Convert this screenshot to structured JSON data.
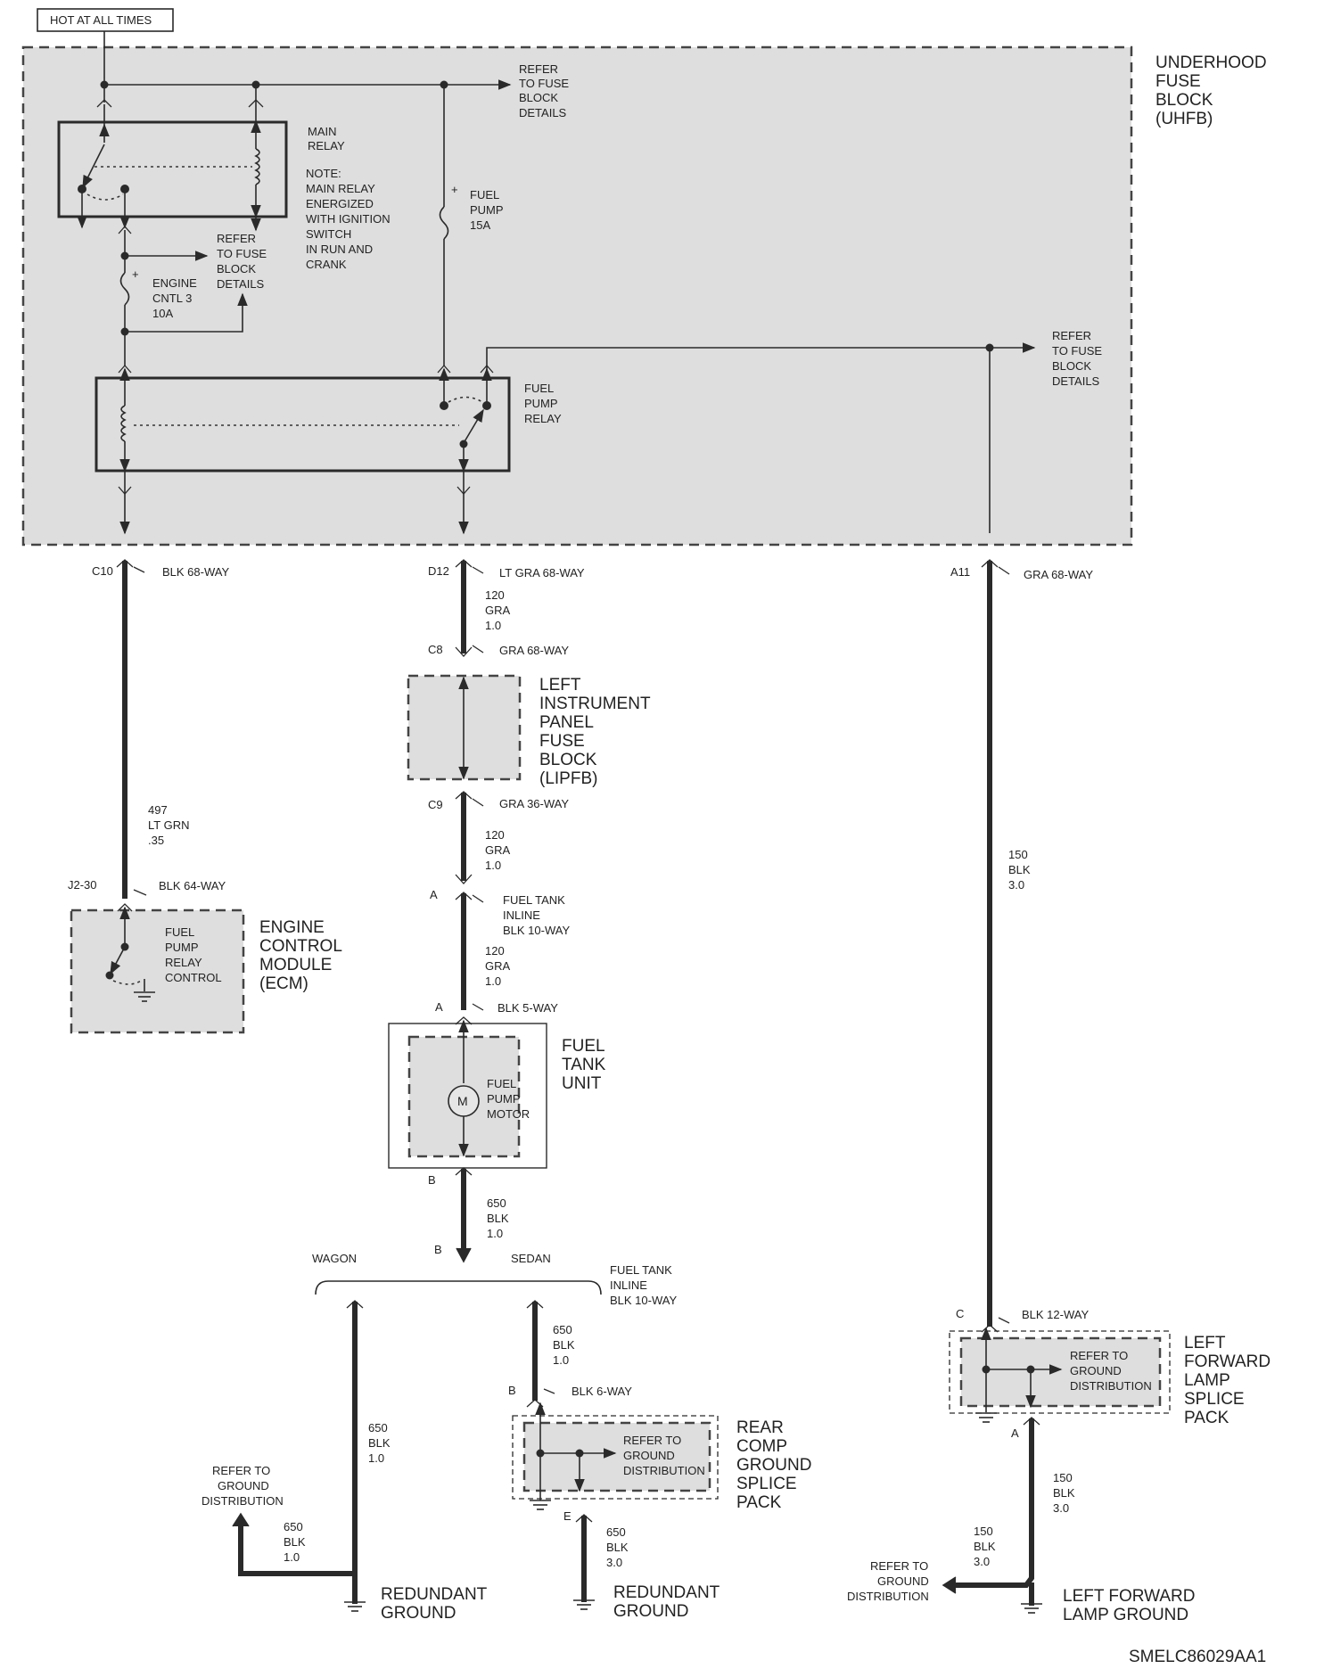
{
  "header": {
    "hot_label": "HOT AT ALL TIMES"
  },
  "uhfb": {
    "title": [
      "UNDERHOOD",
      "FUSE",
      "BLOCK",
      "(UHFB)"
    ],
    "refer_top": [
      "REFER",
      "TO FUSE",
      "BLOCK",
      "DETAILS"
    ],
    "main_relay": [
      "MAIN",
      "RELAY"
    ],
    "note": [
      "NOTE:",
      "MAIN RELAY",
      "ENERGIZED",
      "WITH IGNITION",
      "SWITCH",
      "IN RUN AND",
      "CRANK"
    ],
    "fuel_pump_fuse": [
      "FUEL",
      "PUMP",
      "15A"
    ],
    "refer_mid": [
      "REFER",
      "TO FUSE",
      "BLOCK",
      "DETAILS"
    ],
    "engine_fuse": [
      "ENGINE",
      "CNTL 3",
      "10A"
    ],
    "refer_right": [
      "REFER",
      "TO FUSE",
      "BLOCK",
      "DETAILS"
    ],
    "fuel_pump_relay": [
      "FUEL",
      "PUMP",
      "RELAY"
    ]
  },
  "left_circuit": {
    "conn_top_pin": "C10",
    "conn_top": "BLK 68-WAY",
    "wire": [
      "497",
      "LT GRN",
      ".35"
    ],
    "conn_bottom_pin": "J2-30",
    "conn_bottom": "BLK 64-WAY",
    "ecm_inner": [
      "FUEL",
      "PUMP",
      "RELAY",
      "CONTROL"
    ],
    "ecm_title": [
      "ENGINE",
      "CONTROL",
      "MODULE",
      "(ECM)"
    ]
  },
  "mid_circuit": {
    "d12_pin": "D12",
    "d12": "LT GRA 68-WAY",
    "wire1": [
      "120",
      "GRA",
      "1.0"
    ],
    "c8_pin": "C8",
    "c8": "GRA 68-WAY",
    "lipfb": [
      "LEFT",
      "INSTRUMENT",
      "PANEL",
      "FUSE",
      "BLOCK",
      "(LIPFB)"
    ],
    "c9_pin": "C9",
    "c9": "GRA 36-WAY",
    "wire2": [
      "120",
      "GRA",
      "1.0"
    ],
    "inline1_pin": "A",
    "inline1": [
      "FUEL TANK",
      "INLINE",
      "BLK 10-WAY"
    ],
    "wire3": [
      "120",
      "GRA",
      "1.0"
    ],
    "a5_pin": "A",
    "a5": "BLK 5-WAY",
    "tank_unit": [
      "FUEL",
      "TANK",
      "UNIT"
    ],
    "motor_symbol": "M",
    "motor_label": [
      "FUEL",
      "PUMP",
      "MOTOR"
    ],
    "b5_pin": "B",
    "wire4": [
      "650",
      "BLK",
      "1.0"
    ],
    "b_inline_pin": "B",
    "wagon": "WAGON",
    "sedan": "SEDAN",
    "inline2": [
      "FUEL TANK",
      "INLINE",
      "BLK 10-WAY"
    ],
    "wagon_wire": [
      "650",
      "BLK",
      "1.0"
    ],
    "wagon_refer": [
      "REFER TO",
      "GROUND",
      "DISTRIBUTION"
    ],
    "wagon_wire2": [
      "650",
      "BLK",
      "1.0"
    ],
    "wagon_ground": [
      "REDUNDANT",
      "GROUND"
    ],
    "sedan_wire": [
      "650",
      "BLK",
      "1.0"
    ],
    "b6_pin": "B",
    "b6": "BLK 6-WAY",
    "rear_inner": [
      "REFER TO",
      "GROUND",
      "DISTRIBUTION"
    ],
    "rear_title": [
      "REAR",
      "COMP",
      "GROUND",
      "SPLICE",
      "PACK"
    ],
    "e_pin": "E",
    "sedan_wire2": [
      "650",
      "BLK",
      "3.0"
    ],
    "sedan_ground": [
      "REDUNDANT",
      "GROUND"
    ]
  },
  "right_circuit": {
    "a11_pin": "A11",
    "a11": "GRA 68-WAY",
    "wire": [
      "150",
      "BLK",
      "3.0"
    ],
    "c12_pin": "C",
    "c12": "BLK 12-WAY",
    "splice_inner": [
      "REFER TO",
      "GROUND",
      "DISTRIBUTION"
    ],
    "splice_title": [
      "LEFT",
      "FORWARD",
      "LAMP",
      "SPLICE",
      "PACK"
    ],
    "a_pin": "A",
    "wire2": [
      "150",
      "BLK",
      "3.0"
    ],
    "wire3": [
      "150",
      "BLK",
      "3.0"
    ],
    "refer": [
      "REFER TO",
      "GROUND",
      "DISTRIBUTION"
    ],
    "ground": [
      "LEFT FORWARD",
      "LAMP GROUND"
    ]
  },
  "footer": {
    "diagram_id": "SMELC86029AA1"
  }
}
